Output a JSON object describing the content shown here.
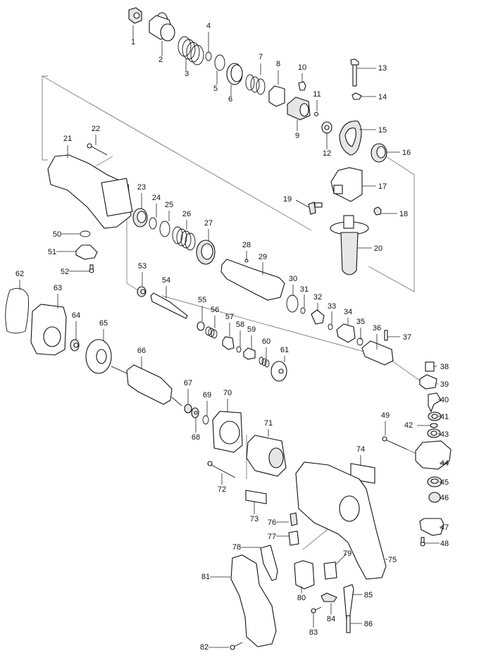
{
  "diagram": {
    "type": "exploded-parts-diagram",
    "subject": "rotary hammer drill",
    "parts": [
      {
        "id": "1",
        "label": "1"
      },
      {
        "id": "2",
        "label": "2"
      },
      {
        "id": "3",
        "label": "3"
      },
      {
        "id": "4",
        "label": "4"
      },
      {
        "id": "5",
        "label": "5"
      },
      {
        "id": "6",
        "label": "6"
      },
      {
        "id": "7",
        "label": "7"
      },
      {
        "id": "8",
        "label": "8"
      },
      {
        "id": "9",
        "label": "9"
      },
      {
        "id": "10",
        "label": "10"
      },
      {
        "id": "11",
        "label": "11"
      },
      {
        "id": "12",
        "label": "12"
      },
      {
        "id": "13",
        "label": "13"
      },
      {
        "id": "14",
        "label": "14"
      },
      {
        "id": "15",
        "label": "15"
      },
      {
        "id": "16",
        "label": "16"
      },
      {
        "id": "17",
        "label": "17"
      },
      {
        "id": "18",
        "label": "18"
      },
      {
        "id": "19",
        "label": "19"
      },
      {
        "id": "20",
        "label": "20"
      },
      {
        "id": "21",
        "label": "21"
      },
      {
        "id": "22",
        "label": "22"
      },
      {
        "id": "23",
        "label": "23"
      },
      {
        "id": "24",
        "label": "24"
      },
      {
        "id": "25",
        "label": "25"
      },
      {
        "id": "26",
        "label": "26"
      },
      {
        "id": "27",
        "label": "27"
      },
      {
        "id": "28",
        "label": "28"
      },
      {
        "id": "29",
        "label": "29"
      },
      {
        "id": "30",
        "label": "30"
      },
      {
        "id": "31",
        "label": "31"
      },
      {
        "id": "32",
        "label": "32"
      },
      {
        "id": "33",
        "label": "33"
      },
      {
        "id": "34",
        "label": "34"
      },
      {
        "id": "35",
        "label": "35"
      },
      {
        "id": "36",
        "label": "36"
      },
      {
        "id": "37",
        "label": "37"
      },
      {
        "id": "38",
        "label": "38"
      },
      {
        "id": "39",
        "label": "39"
      },
      {
        "id": "40",
        "label": "40"
      },
      {
        "id": "41",
        "label": "41"
      },
      {
        "id": "42",
        "label": "42"
      },
      {
        "id": "43",
        "label": "43"
      },
      {
        "id": "44",
        "label": "44"
      },
      {
        "id": "45",
        "label": "45"
      },
      {
        "id": "46",
        "label": "46"
      },
      {
        "id": "47",
        "label": "47"
      },
      {
        "id": "48",
        "label": "48"
      },
      {
        "id": "49",
        "label": "49"
      },
      {
        "id": "50",
        "label": "50"
      },
      {
        "id": "51",
        "label": "51"
      },
      {
        "id": "52",
        "label": "52"
      },
      {
        "id": "53",
        "label": "53"
      },
      {
        "id": "54",
        "label": "54"
      },
      {
        "id": "55",
        "label": "55"
      },
      {
        "id": "56",
        "label": "56"
      },
      {
        "id": "57",
        "label": "57"
      },
      {
        "id": "58",
        "label": "58"
      },
      {
        "id": "59",
        "label": "59"
      },
      {
        "id": "60",
        "label": "60"
      },
      {
        "id": "61",
        "label": "61"
      },
      {
        "id": "62",
        "label": "62"
      },
      {
        "id": "63",
        "label": "63"
      },
      {
        "id": "64",
        "label": "64"
      },
      {
        "id": "65",
        "label": "65"
      },
      {
        "id": "66",
        "label": "66"
      },
      {
        "id": "67",
        "label": "67"
      },
      {
        "id": "68",
        "label": "68"
      },
      {
        "id": "69",
        "label": "69"
      },
      {
        "id": "70",
        "label": "70"
      },
      {
        "id": "71",
        "label": "71"
      },
      {
        "id": "72",
        "label": "72"
      },
      {
        "id": "73",
        "label": "73"
      },
      {
        "id": "74",
        "label": "74"
      },
      {
        "id": "75",
        "label": "75"
      },
      {
        "id": "76",
        "label": "76"
      },
      {
        "id": "77",
        "label": "77"
      },
      {
        "id": "78",
        "label": "78"
      },
      {
        "id": "79",
        "label": "79"
      },
      {
        "id": "80",
        "label": "80"
      },
      {
        "id": "81",
        "label": "81"
      },
      {
        "id": "82",
        "label": "82"
      },
      {
        "id": "83",
        "label": "83"
      },
      {
        "id": "84",
        "label": "84"
      },
      {
        "id": "85",
        "label": "85"
      },
      {
        "id": "86",
        "label": "86"
      }
    ]
  }
}
